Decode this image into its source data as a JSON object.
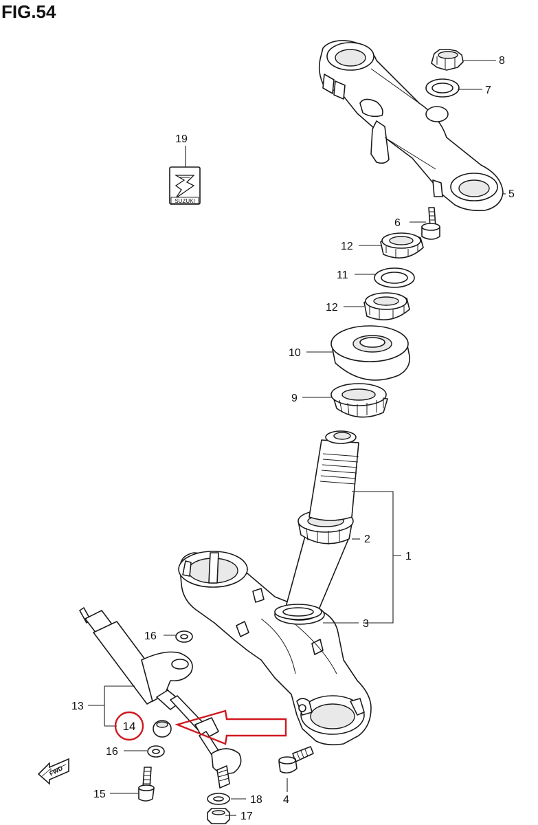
{
  "title": "FIG.54",
  "brand": {
    "logo_text": "SUZUKI"
  },
  "fwd_label": "FWD",
  "callout_color": "#d0181f",
  "highlighted_part": "14",
  "parts": [
    {
      "ref": "1"
    },
    {
      "ref": "2"
    },
    {
      "ref": "3"
    },
    {
      "ref": "4"
    },
    {
      "ref": "5"
    },
    {
      "ref": "6"
    },
    {
      "ref": "7"
    },
    {
      "ref": "8"
    },
    {
      "ref": "9"
    },
    {
      "ref": "10"
    },
    {
      "ref": "11"
    },
    {
      "ref": "12"
    },
    {
      "ref": "12"
    },
    {
      "ref": "13"
    },
    {
      "ref": "14"
    },
    {
      "ref": "15"
    },
    {
      "ref": "16"
    },
    {
      "ref": "16"
    },
    {
      "ref": "17"
    },
    {
      "ref": "18"
    },
    {
      "ref": "19"
    }
  ]
}
